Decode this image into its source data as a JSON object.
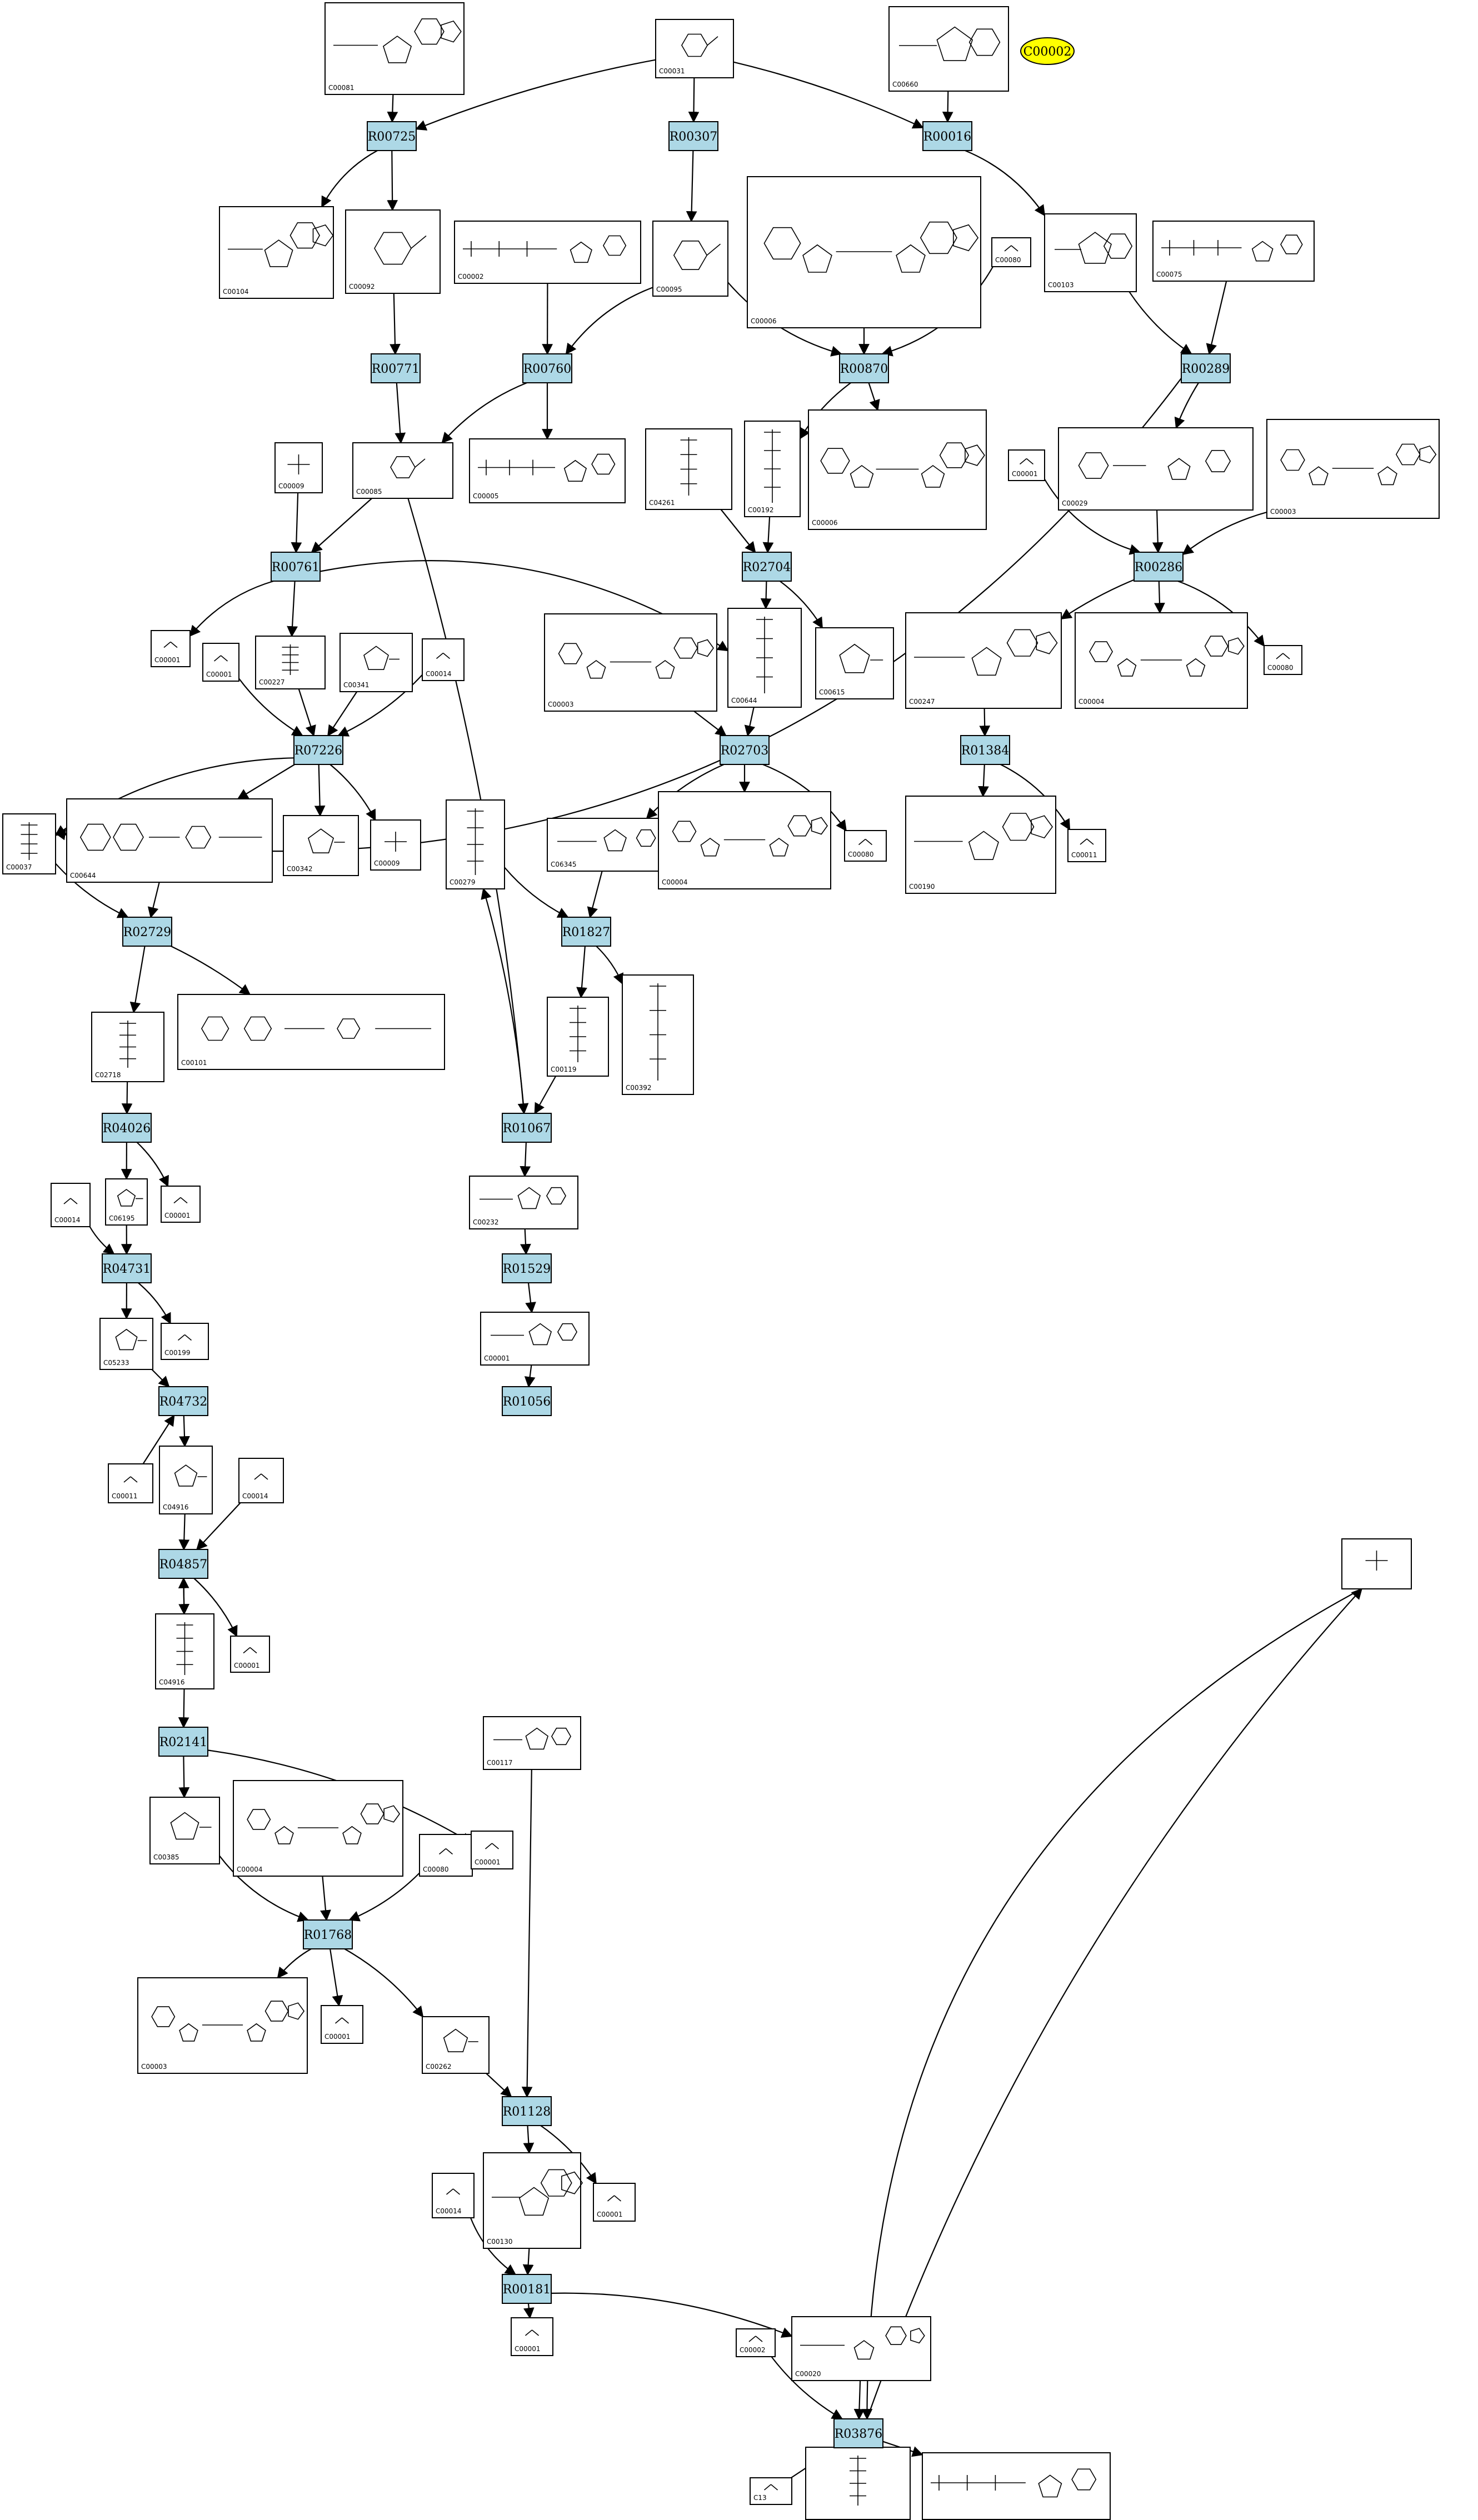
{
  "highlight": {
    "label": "C00002",
    "color": "#ffff00"
  },
  "reaction_color": "#add8e6",
  "reactions": [
    "R00725",
    "R00307",
    "R00016",
    "R00771",
    "R00760",
    "R00870",
    "R00289",
    "R00761",
    "R02704",
    "R00286",
    "R07226",
    "R02703",
    "R01384",
    "R02729",
    "R01827",
    "R04026",
    "R01067",
    "R04731",
    "R01529",
    "R04732",
    "R01056",
    "R04857",
    "R02141",
    "R01768",
    "R01128",
    "R00181",
    "R03876"
  ],
  "compounds": [
    "C00081",
    "C00031",
    "C00660",
    "C00104",
    "C00092",
    "C00002",
    "C00095",
    "C00006",
    "C00080",
    "C00103",
    "C00075",
    "C00009",
    "C00085",
    "C00005",
    "C04261",
    "C00192",
    "C00006",
    "C00001",
    "C00029",
    "C00003",
    "C00001",
    "C00001",
    "C00227",
    "C00341",
    "C00014",
    "C00003",
    "C00644",
    "C00615",
    "C00247",
    "C00004",
    "C00080",
    "C00037",
    "C00644",
    "C00342",
    "C00009",
    "C00279",
    "C06345",
    "C00004",
    "C00080",
    "C00190",
    "C00011",
    "C02718",
    "C00101",
    "C00119",
    "C00392",
    "C00014",
    "C06195",
    "C00001",
    "C00232",
    "C05233",
    "C00011",
    "C00001",
    "C00199",
    "C00011",
    "C04916",
    "C00014",
    "C04916",
    "C00001",
    "C00117",
    "C00385",
    "C00004",
    "C00080",
    "C00001",
    "C00003",
    "C00001",
    "C00262",
    "C00014",
    "C00130",
    "C00001",
    "C00001",
    "C00020",
    "C00002",
    "C13"
  ]
}
